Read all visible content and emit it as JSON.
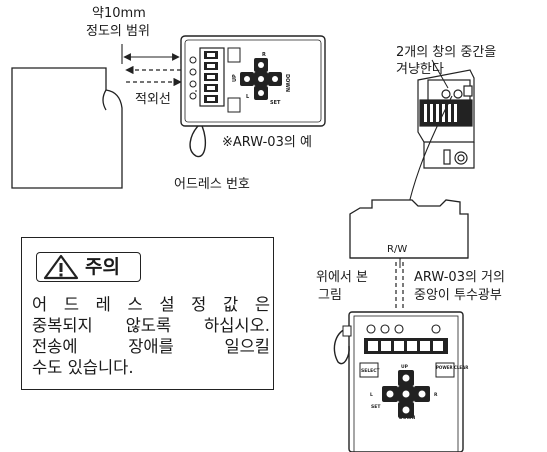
{
  "labels": {
    "range_line1": "약10mm",
    "range_line2": "정도의 범위",
    "infrared": "적외선",
    "example": "※ARW-03의 예",
    "address_number": "어드레스 번호",
    "aim_line1": "2개의 창의 중간을",
    "aim_line2": "겨냥한다",
    "top_view_line1": "위에서 본",
    "top_view_line2": "그림",
    "window_line1": "ARW-03의 거의",
    "window_line2": "중앙이 투수광부",
    "rw": "R/W"
  },
  "device_buttons": {
    "select": "SELECT",
    "power_clear": "POWER CLEAR",
    "up": "UP",
    "down": "DOWN",
    "set": "SET",
    "l": "L",
    "r": "R"
  },
  "caution": {
    "title": "주의",
    "icon": "warning-triangle-icon",
    "lines": [
      "어 드 레 스  설 정 값 은",
      "중복되지 않도록 하십시오.",
      "전송에 장애를 일으킬",
      "수도 있습니다."
    ]
  }
}
